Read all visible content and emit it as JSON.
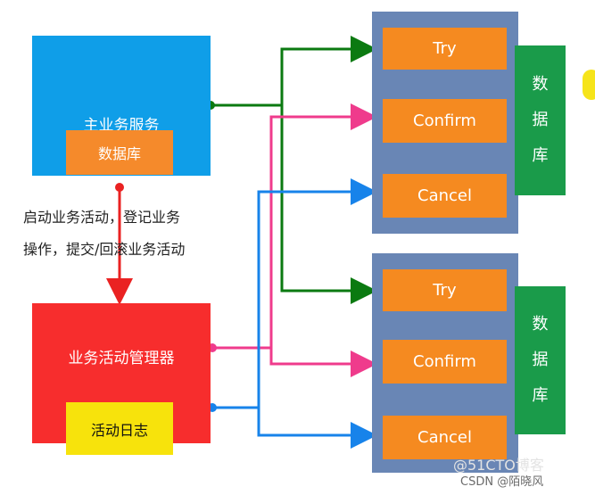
{
  "main_service": {
    "label": "主业务服务",
    "db_label": "数据库"
  },
  "caption": {
    "line1": "启动业务活动，登记业务",
    "line2": "操作，提交/回滚业务活动"
  },
  "manager": {
    "label": "业务活动管理器",
    "log_label": "活动日志"
  },
  "participant_top": {
    "try": "Try",
    "confirm": "Confirm",
    "cancel": "Cancel",
    "db": [
      "数",
      "据",
      "库"
    ]
  },
  "participant_bottom": {
    "try": "Try",
    "confirm": "Confirm",
    "cancel": "Cancel",
    "db": [
      "数",
      "据",
      "库"
    ]
  },
  "watermarks": {
    "site": "@51CTO博客",
    "credit": "CSDN @陌晓风"
  },
  "colors": {
    "try_line": "#0b7a11",
    "confirm_line": "#ef3b8c",
    "cancel_line": "#1783ea",
    "flow_line": "#ea2222"
  }
}
